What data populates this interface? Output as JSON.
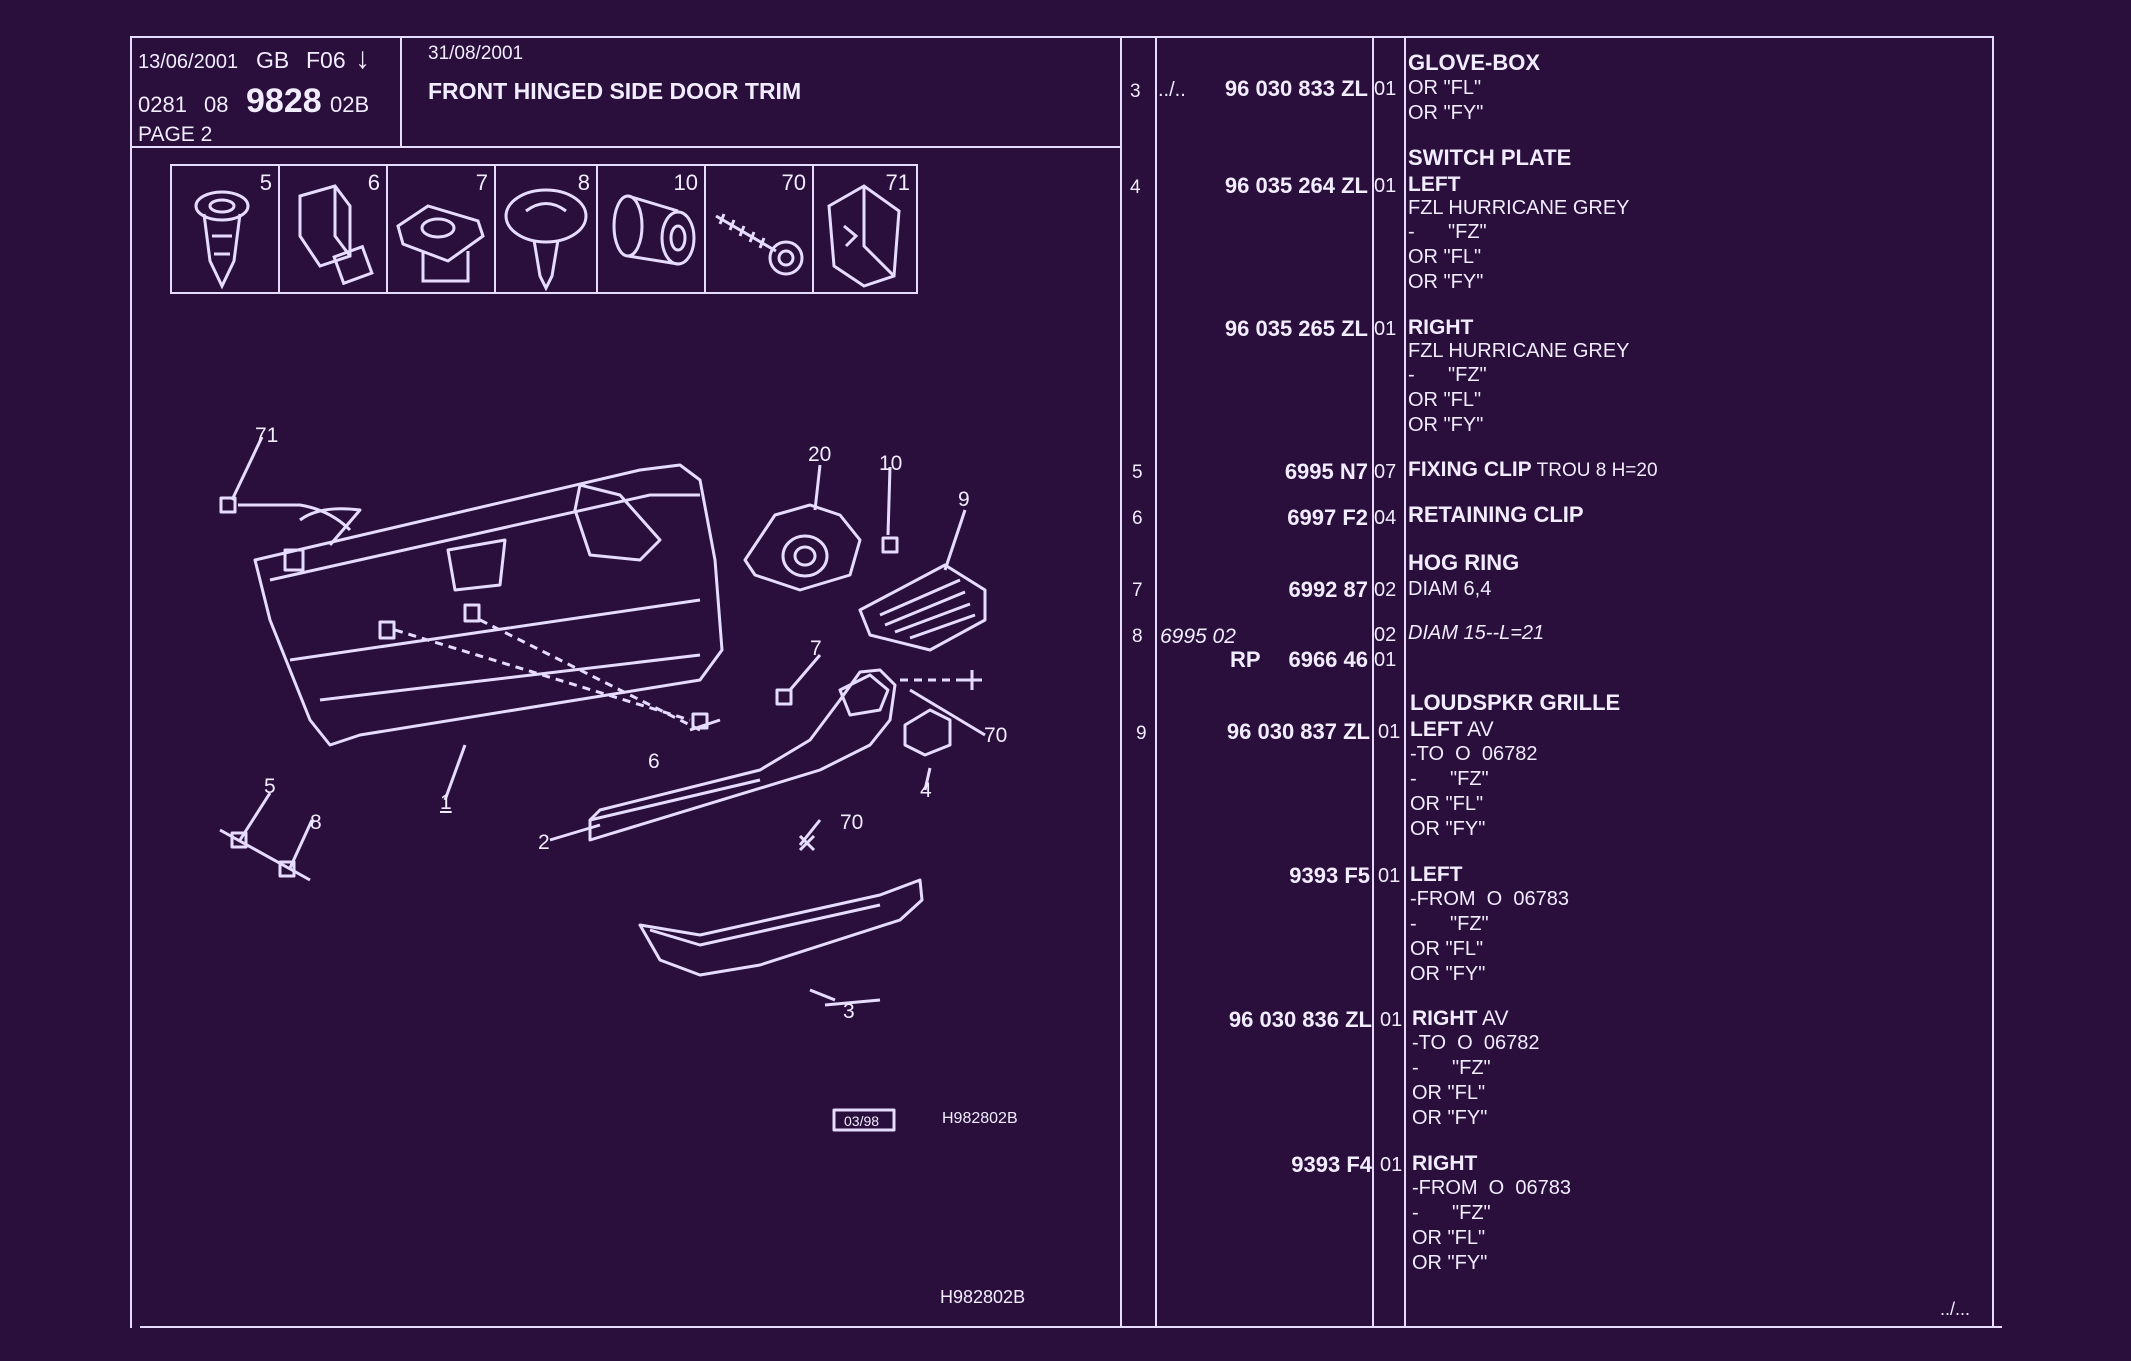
{
  "header": {
    "print_date": "13/06/2001",
    "lang": "GB",
    "folio": "F06",
    "arrow": "↓",
    "code_a": "0281",
    "code_b": "08",
    "group": "9828",
    "group_suffix": "02B",
    "page": "PAGE 2",
    "edit_date": "31/08/2001",
    "title": "FRONT HINGED SIDE DOOR TRIM"
  },
  "fastener_strip": [
    "5",
    "6",
    "7",
    "8",
    "10",
    "70",
    "71"
  ],
  "callouts": [
    "71",
    "20",
    "10",
    "9",
    "7",
    "70",
    "6",
    "4",
    "5",
    "8",
    "1",
    "2",
    "70",
    "3"
  ],
  "diagram_footer": {
    "date_box": "03/98",
    "ref": "H982802B"
  },
  "sheet_footer": {
    "ref": "H982802B",
    "continued": "../..."
  },
  "rows": [
    {
      "no": "3",
      "pre": "../..",
      "part": "96 030 833 ZL",
      "qty": "01",
      "lines": [
        {
          "t": "GLOVE-BOX",
          "b": true
        },
        {
          "t": "OR \"FL\""
        },
        {
          "t": "OR \"FY\""
        }
      ]
    },
    {
      "no": "",
      "pre": "",
      "part": "",
      "qty": "",
      "lines": [
        {
          "t": "SWITCH PLATE",
          "b": true
        }
      ]
    },
    {
      "no": "4",
      "pre": "",
      "part": "96 035 264 ZL",
      "qty": "01",
      "lines": [
        {
          "t": "LEFT",
          "b": true
        },
        {
          "t": "FZL HURRICANE GREY"
        },
        {
          "t": "-      \"FZ\""
        },
        {
          "t": "OR \"FL\""
        },
        {
          "t": "OR \"FY\""
        }
      ]
    },
    {
      "no": "",
      "pre": "",
      "part": "96 035 265 ZL",
      "qty": "01",
      "lines": [
        {
          "t": "RIGHT",
          "b": true
        },
        {
          "t": "FZL HURRICANE GREY"
        },
        {
          "t": "-      \"FZ\""
        },
        {
          "t": "OR \"FL\""
        },
        {
          "t": "OR \"FY\""
        }
      ]
    },
    {
      "no": "5",
      "pre": "",
      "part": "6995 N7",
      "qty": "07",
      "lines": [
        {
          "t": "FIXING CLIP",
          "b": true,
          "extra": " TROU 8 H=20"
        }
      ]
    },
    {
      "no": "6",
      "pre": "",
      "part": "6997 F2",
      "qty": "04",
      "lines": [
        {
          "t": "RETAINING CLIP",
          "b": true
        }
      ]
    },
    {
      "no": "",
      "pre": "",
      "part": "",
      "qty": "",
      "lines": [
        {
          "t": "HOG RING",
          "b": true
        }
      ]
    },
    {
      "no": "7",
      "pre": "",
      "part": "6992 87",
      "qty": "02",
      "lines": [
        {
          "t": "DIAM 6,4"
        }
      ]
    },
    {
      "no": "8",
      "pre": "6995 02",
      "part": "",
      "qty": "02",
      "lines": [
        {
          "t": "DIAM 15--L=21",
          "i": true
        }
      ]
    },
    {
      "no": "",
      "pre": "RP",
      "part": "6966 46",
      "qty": "01",
      "lines": []
    },
    {
      "no": "",
      "pre": "",
      "part": "",
      "qty": "",
      "lines": [
        {
          "t": "LOUDSPKR GRILLE",
          "b": true
        }
      ]
    },
    {
      "no": "9",
      "pre": "",
      "part": "96 030 837 ZL",
      "qty": "01",
      "lines": [
        {
          "t": "LEFT",
          "b": true,
          "extra": " AV"
        },
        {
          "t": "-TO  O  06782"
        },
        {
          "t": "-      \"FZ\""
        },
        {
          "t": "OR \"FL\""
        },
        {
          "t": "OR \"FY\""
        }
      ]
    },
    {
      "no": "",
      "pre": "",
      "part": "9393 F5",
      "qty": "01",
      "lines": [
        {
          "t": "LEFT",
          "b": true
        },
        {
          "t": "-FROM  O  06783"
        },
        {
          "t": "-      \"FZ\""
        },
        {
          "t": "OR \"FL\""
        },
        {
          "t": "OR \"FY\""
        }
      ]
    },
    {
      "no": "",
      "pre": "",
      "part": "96 030 836 ZL",
      "qty": "01",
      "lines": [
        {
          "t": "RIGHT",
          "b": true,
          "extra": " AV"
        },
        {
          "t": "-TO  O  06782"
        },
        {
          "t": "-      \"FZ\""
        },
        {
          "t": "OR \"FL\""
        },
        {
          "t": "OR \"FY\""
        }
      ]
    },
    {
      "no": "",
      "pre": "",
      "part": "9393 F4",
      "qty": "01",
      "lines": [
        {
          "t": "RIGHT",
          "b": true
        },
        {
          "t": "-FROM  O  06783"
        },
        {
          "t": "-      \"FZ\""
        },
        {
          "t": "OR \"FL\""
        },
        {
          "t": "OR \"FY\""
        }
      ]
    }
  ]
}
